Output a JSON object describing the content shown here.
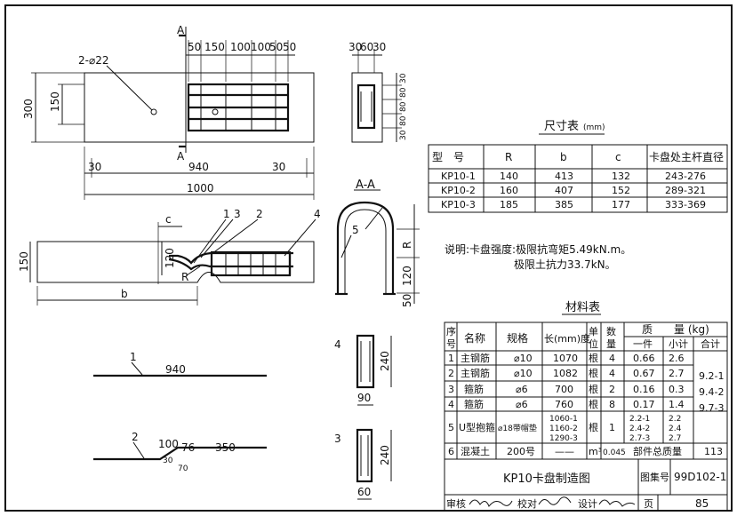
{
  "plan": {
    "dims_top": [
      "50",
      "150",
      "100",
      "100",
      "50",
      "50"
    ],
    "hole_label": "2-⌀22",
    "height": "300",
    "inner_height": "150",
    "edge_left": "30",
    "middle": "940",
    "edge_right": "30",
    "total_length": "1000",
    "section_mark": "A"
  },
  "cross_section": {
    "top_dims": [
      "30",
      "60",
      "30"
    ],
    "side_dims": [
      "30",
      "80",
      "80",
      "80",
      "30"
    ]
  },
  "section_aa": {
    "title": "A-A",
    "bar": "5",
    "r": "R",
    "d120": "120",
    "d50": "50"
  },
  "elevation": {
    "c": "c",
    "b": "b",
    "r": "R",
    "callouts": [
      "1",
      "3",
      "2",
      "4"
    ],
    "dim_150": "150",
    "dim_120": "120"
  },
  "bars": {
    "bar1": {
      "num": "1",
      "len": "940"
    },
    "bar2": {
      "num": "2",
      "d100": "100",
      "d76": "76",
      "d350": "350",
      "d30": "30",
      "d70": "70"
    },
    "bar3": {
      "num": "3",
      "h": "240",
      "w": "60"
    },
    "bar4": {
      "num": "4",
      "h": "240",
      "w": "90"
    }
  },
  "size_table": {
    "title": "尺寸表",
    "unit": "(mm)",
    "headers": [
      "型　号",
      "R",
      "b",
      "c",
      "卡盘处主杆直径"
    ],
    "rows": [
      [
        "KP10-1",
        "140",
        "413",
        "132",
        "243-276"
      ],
      [
        "KP10-2",
        "160",
        "407",
        "152",
        "289-321"
      ],
      [
        "KP10-3",
        "185",
        "385",
        "177",
        "333-369"
      ]
    ]
  },
  "note": {
    "line1": "说明:卡盘强度:极限抗弯矩5.49kN.m。",
    "line2": "极限土抗力33.7kN。"
  },
  "material_table": {
    "title": "材料表",
    "h_seq": [
      "序",
      "号"
    ],
    "h_name": "名称",
    "h_spec": "规格",
    "h_len": "长(mm)度",
    "h_unit": [
      "单",
      "位"
    ],
    "h_qty": [
      "数",
      "量"
    ],
    "h_mass": "质　　量 (kg)",
    "h_piece": "一件",
    "h_sub": "小计",
    "h_total": "合计",
    "rows": [
      {
        "seq": "1",
        "name": "主钢筋",
        "spec": "⌀10",
        "len": "1070",
        "unit": "根",
        "qty": "4",
        "piece": "0.66",
        "sub": "2.6"
      },
      {
        "seq": "2",
        "name": "主钢筋",
        "spec": "⌀10",
        "len": "1082",
        "unit": "根",
        "qty": "4",
        "piece": "0.67",
        "sub": "2.7"
      },
      {
        "seq": "3",
        "name": "箍筋",
        "spec": "⌀6",
        "len": "700",
        "unit": "根",
        "qty": "2",
        "piece": "0.16",
        "sub": "0.3"
      },
      {
        "seq": "4",
        "name": "箍筋",
        "spec": "⌀6",
        "len": "760",
        "unit": "根",
        "qty": "8",
        "piece": "0.17",
        "sub": "1.4"
      }
    ],
    "row5": {
      "seq": "5",
      "name": "U型抱箍",
      "spec": "⌀18带帽垫",
      "len": [
        "1060-1",
        "1160-2",
        "1290-3"
      ],
      "unit": "根",
      "qty": "1",
      "piece": [
        "2.2-1",
        "2.4-2",
        "2.7-3"
      ],
      "sub": [
        "2.2",
        "2.4",
        "2.7"
      ]
    },
    "row6": {
      "seq": "6",
      "name": "混凝土",
      "spec": "200号",
      "len": "——",
      "unit": "m³",
      "qty": "0.045",
      "parts_label": "部件总质量",
      "parts_value": "113"
    },
    "totals": [
      "9.2-1",
      "9.4-2",
      "9.7-3"
    ]
  },
  "title_block": {
    "title": "KP10卡盘制造图",
    "atlas_label": "图集号",
    "atlas_no": "99D102-1",
    "review": "审核",
    "check": "校对",
    "design": "设计",
    "page_label": "页",
    "page_no": "85"
  }
}
